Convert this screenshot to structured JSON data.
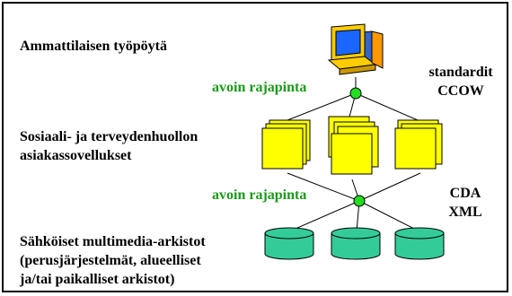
{
  "labels": {
    "desktop": "Ammattilaisen työpöytä",
    "applications_line1": "Sosiaali- ja terveydenhuollon",
    "applications_line2": "asiakassovellukset",
    "archives_line1": "Sähköiset multimedia-arkistot",
    "archives_line2": "(perusjärjestelmät, alueelliset",
    "archives_line3": "ja/tai paikalliset arkistot)",
    "open_interface_top": "avoin rajapinta",
    "open_interface_bottom": "avoin rajapinta",
    "standards_line1": "standardit",
    "standards_line2": "CCOW",
    "formats_line1": "CDA",
    "formats_line2": "XML"
  },
  "colors": {
    "application_box": "#ffff00",
    "archive_cylinder": "#33cc99",
    "interface_node": "#22dd22",
    "interface_label": "#1a9a1a"
  },
  "icons": {
    "desktop": "computer-workstation-icon"
  }
}
